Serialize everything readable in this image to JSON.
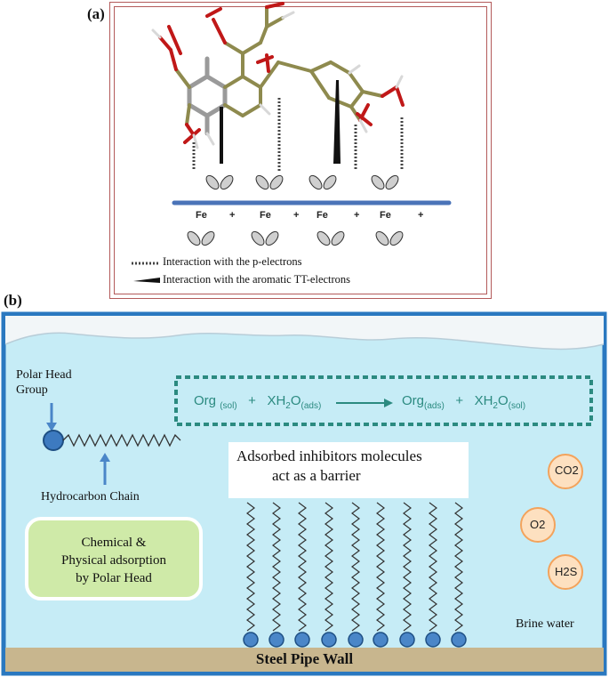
{
  "panel_a": {
    "label": "(a)",
    "fe_label": "Fe",
    "plus_sign": "+",
    "legend": {
      "p_electrons": "Interaction with the p-electrons",
      "aromatic_electrons": "Interaction with the aromatic TT-electrons"
    }
  },
  "panel_b": {
    "label": "(b)",
    "polar_head_label": "Polar Head Group",
    "hydrocarbon_chain_label": "Hydrocarbon  Chain",
    "equation": {
      "org_sol": "Org",
      "sol_sub": "(sol)",
      "plus": "+",
      "xh2o_ads": "XH",
      "two": "2",
      "o_ads": "O",
      "ads_sub": "(ads)",
      "org_ads": "Org",
      "ads_sub2": "(ads)",
      "xh2o_sol": "XH",
      "two2": "2",
      "o_sol": "O",
      "sol_sub2": "(sol)"
    },
    "barrier_line1": "Adsorbed inhibitors molecules",
    "barrier_line2": "act as a barrier",
    "adsorption_line1": "Chemical &",
    "adsorption_line2": "Physical adsorption",
    "adsorption_line3": "by Polar Head",
    "molecules": [
      "CO2",
      "O2",
      "H2S"
    ],
    "brine_water": "Brine water",
    "steel_wall": "Steel Pipe Wall"
  },
  "colors": {
    "water": "#c6ecf6",
    "frame_blue": "#2a78c0",
    "steel": "#c8b68e",
    "head_blue": "#4a86c8",
    "equation_teal": "#2b8a80",
    "adsorption_box": "#cfeaa8",
    "molecule_fill": "#fde0c0",
    "molecule_stroke": "#f3a35c",
    "bond_olive": "#8e8a4e",
    "bond_red": "#c01818",
    "bond_gray": "#9a9a9a",
    "fe_line": "#4a73b8",
    "panel_a_border": "#b35a5a"
  }
}
